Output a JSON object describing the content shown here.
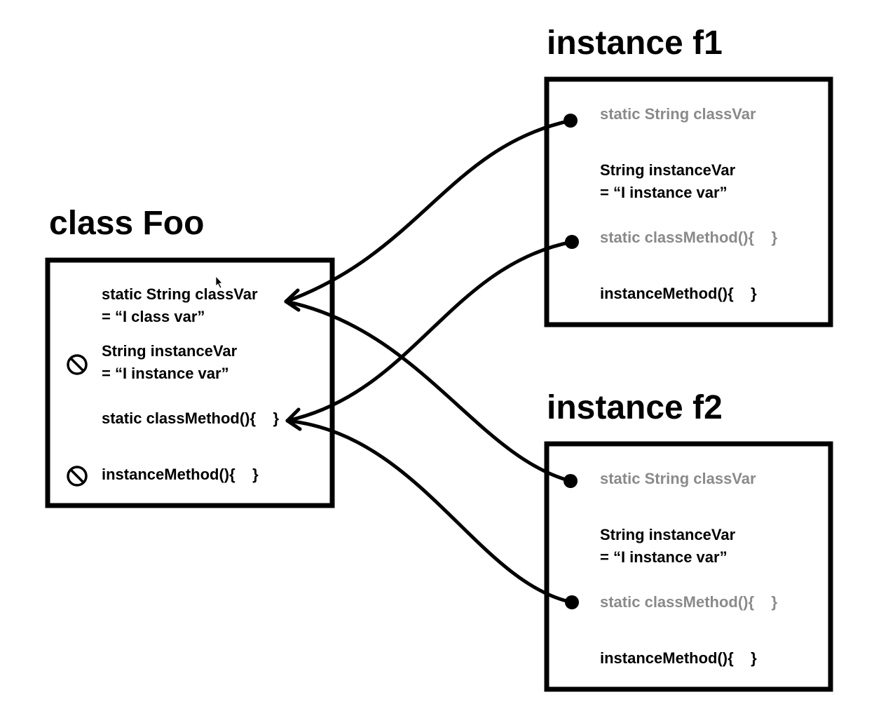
{
  "class_foo": {
    "title": "class Foo",
    "members": [
      {
        "line1": "static String classVar",
        "line2": "= “I class var”",
        "blocked": false
      },
      {
        "line1": "String instanceVar",
        "line2": "= “I instance var”",
        "blocked": true
      },
      {
        "line1": "static classMethod(){    }",
        "line2": "",
        "blocked": false
      },
      {
        "line1": "instanceMethod(){    }",
        "line2": "",
        "blocked": true
      }
    ]
  },
  "instances": [
    {
      "title": "instance f1",
      "members": [
        {
          "line1": "static String classVar",
          "line2": "",
          "shared": true
        },
        {
          "line1": "String instanceVar",
          "line2": "= “I instance var”",
          "shared": false
        },
        {
          "line1": "static classMethod(){    }",
          "line2": "",
          "shared": true
        },
        {
          "line1": "instanceMethod(){    }",
          "line2": "",
          "shared": false
        }
      ]
    },
    {
      "title": "instance f2",
      "members": [
        {
          "line1": "static String classVar",
          "line2": "",
          "shared": true
        },
        {
          "line1": "String instanceVar",
          "line2": "= “I instance var”",
          "shared": false
        },
        {
          "line1": "static classMethod(){    }",
          "line2": "",
          "shared": true
        },
        {
          "line1": "instanceMethod(){    }",
          "line2": "",
          "shared": false
        }
      ]
    }
  ],
  "colors": {
    "shared_member": "#8a8a8a",
    "own_member": "#000000"
  },
  "icons": {
    "blocked": "no-access-icon",
    "reference_origin": "dot-icon",
    "reference_target": "arrowhead-icon"
  }
}
